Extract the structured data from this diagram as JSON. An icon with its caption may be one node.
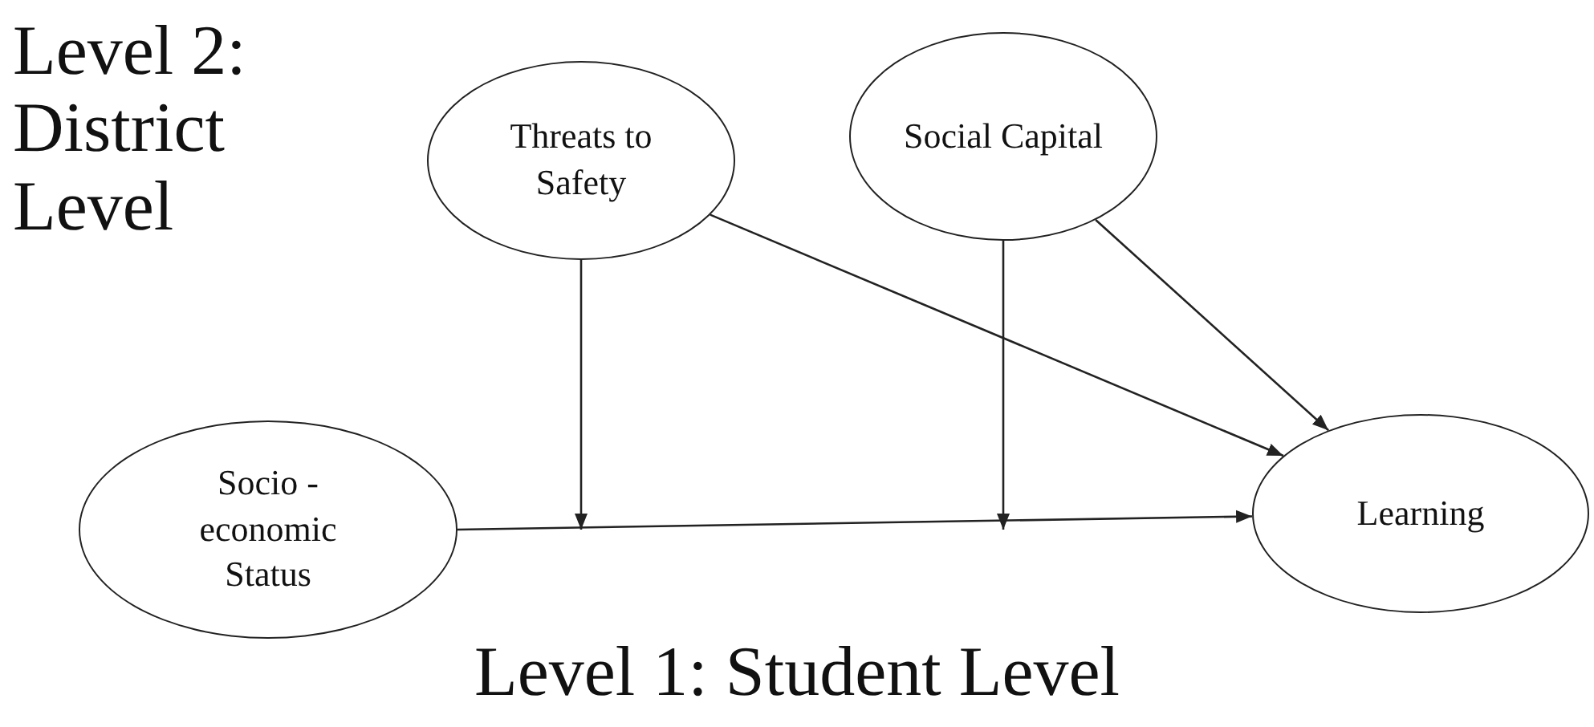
{
  "diagram": {
    "nodes": [
      {
        "text": [
          "Threats to Safety"
        ]
      },
      {
        "text": [
          "Social Capital"
        ]
      },
      {
        "text": [
          "Socio - economic Status"
        ]
      },
      {
        "text": [
          "Learning"
        ]
      }
    ],
    "edges": [
      {
        "from": 2,
        "to": 3,
        "arrow": "to"
      },
      {
        "from": 0,
        "to": null,
        "arrow": "to"
      },
      {
        "from": 1,
        "to": null,
        "arrow": "to"
      },
      {
        "from": 0,
        "to": 3,
        "arrow": "to"
      },
      {
        "from": 1,
        "to": 3,
        "arrow": "to"
      }
    ],
    "labels": [
      "Level 2: District Level",
      "Level 1: Student Level"
    ]
  }
}
